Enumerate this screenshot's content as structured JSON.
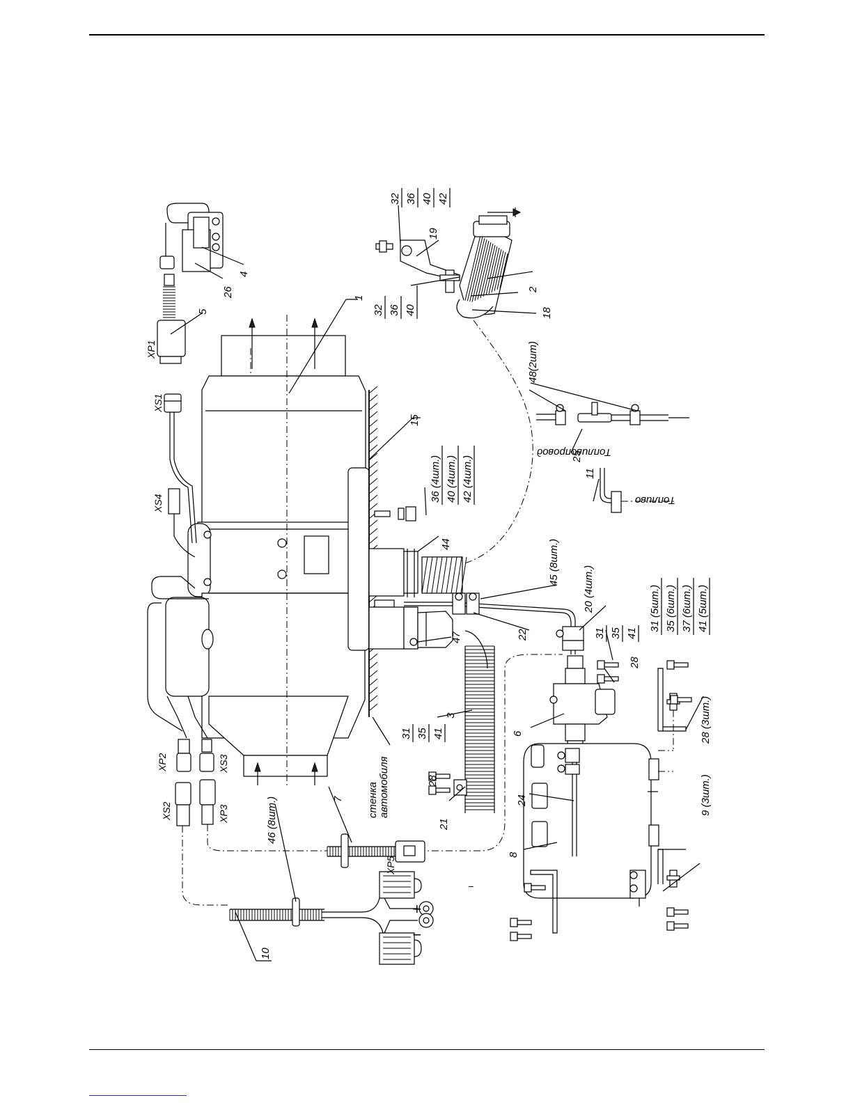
{
  "page": {
    "footer_link_color": "#2b2bd6"
  },
  "diagram": {
    "callouts": {
      "c1": "1",
      "c2": "2",
      "c3": "3",
      "c4": "4",
      "c5": "5",
      "c6": "6",
      "c7": "7",
      "c8": "8",
      "c9": "9 (3шт.)",
      "c10": "10",
      "c11": "11",
      "c15": "15",
      "c18": "18",
      "c19": "19",
      "c20": "20 (4шт.)",
      "c21": "21",
      "c22": "22",
      "c24": "24",
      "c25": "25",
      "c26": "26",
      "c28a": "28",
      "c28b": "28",
      "c28c": "28 (3шт.)",
      "c44": "44",
      "c45": "45 (8шт.)",
      "c46": "46 (8шт.)",
      "c47": "47",
      "c48": "48(2шт)"
    },
    "stacks": {
      "top_right": [
        "32",
        "36",
        "40",
        "42"
      ],
      "clamp": [
        "32",
        "36",
        "40"
      ],
      "mount": [
        "36 (4шт.)",
        "40 (4шт.)",
        "42 (4шт.)"
      ],
      "pump": [
        "31",
        "35",
        "41"
      ],
      "hose": [
        "31",
        "35",
        "41"
      ],
      "bracket": [
        "31 (5шт.)",
        "35 (6шт.)",
        "37 (6шт.)",
        "41 (5шт.)"
      ]
    },
    "connectors": {
      "xp1": "XP1",
      "xs1": "XS1",
      "xs4": "XS4",
      "xp2": "XP2",
      "xs2": "XS2",
      "xs3": "XS3",
      "xp3": "XP3",
      "xp5": "XP5"
    },
    "labels": {
      "wall_line1": "стенка",
      "wall_line2": "автомобиля",
      "fuel_line": "Топливопровод",
      "fuel": "Топливо",
      "plus": "+",
      "minus": "−",
      "minus_top": "−"
    }
  }
}
